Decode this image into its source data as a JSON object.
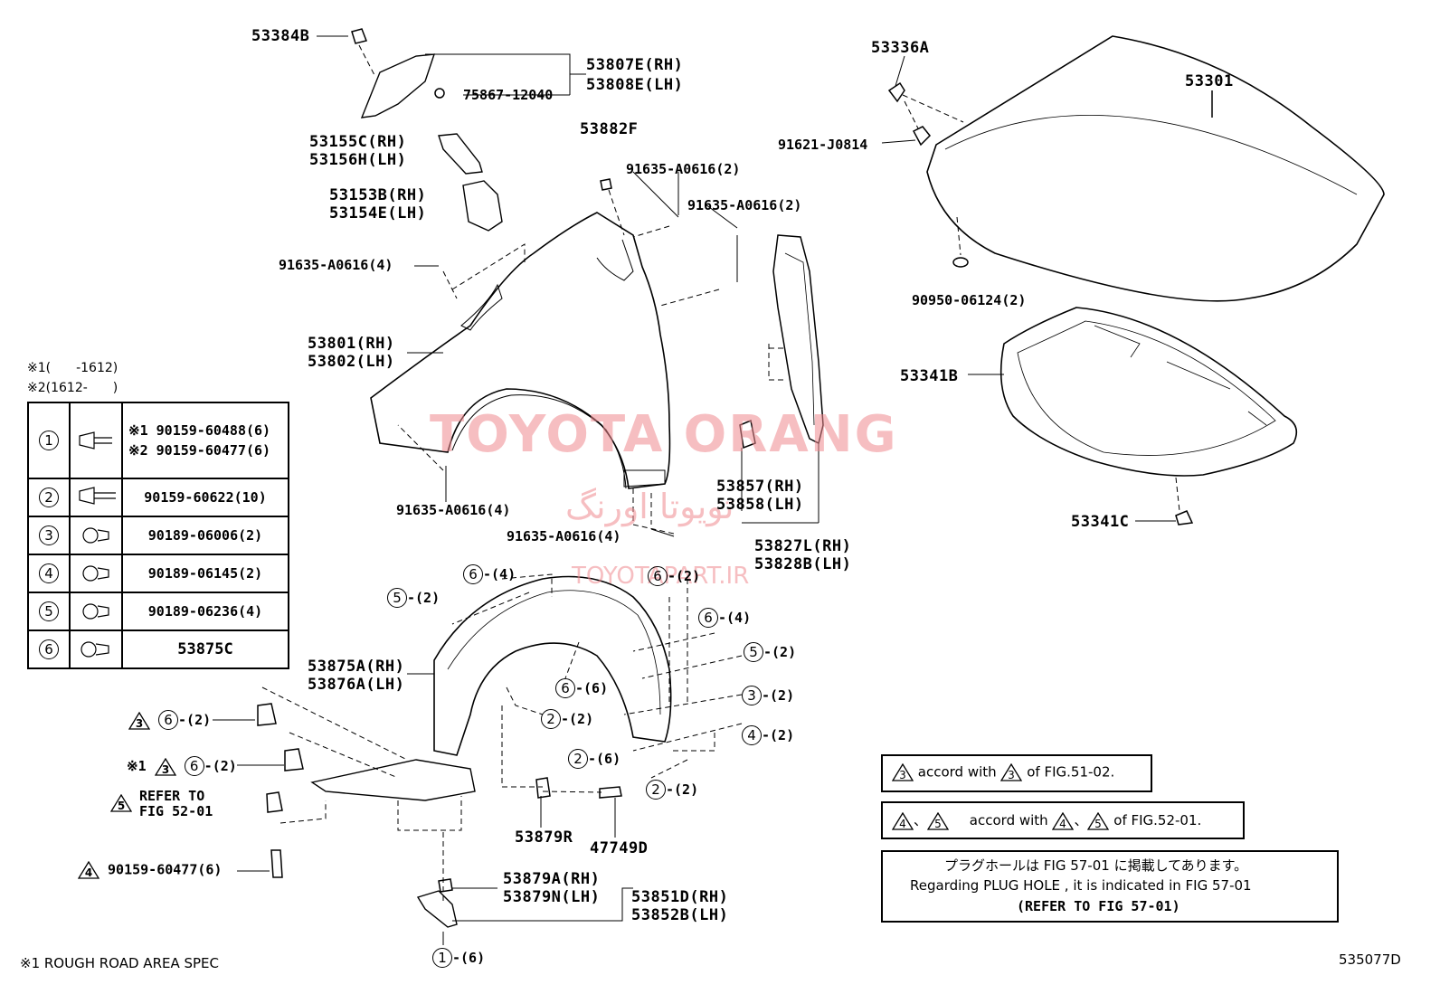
{
  "labels": {
    "p53384B": "53384B",
    "p53807E": "53807E(RH)",
    "p53808E": "53808E(LH)",
    "p75867": "75867-12040",
    "p53155C": "53155C(RH)",
    "p53156H": "53156H(LH)",
    "p53882F": "53882F",
    "p91635_2a": "91635-A0616(2)",
    "p91635_2b": "91635-A0616(2)",
    "p53153B": "53153B(RH)",
    "p53154E": "53154E(LH)",
    "p91635_4a": "91635-A0616(4)",
    "p53801": "53801(RH)",
    "p53802": "53802(LH)",
    "p91635_4b": "91635-A0616(4)",
    "p91635_4c": "91635-A0616(4)",
    "p53857": "53857(RH)",
    "p53858": "53858(LH)",
    "p53827L": "53827L(RH)",
    "p53828B": "53828B(LH)",
    "p53336A": "53336A",
    "p53301": "53301",
    "p91621": "91621-J0814",
    "p90950": "90950-06124(2)",
    "p53341B": "53341B",
    "p53341C": "53341C",
    "p53875A": "53875A(RH)",
    "p53876A": "53876A(LH)",
    "p53879R": "53879R",
    "p47749D": "47749D",
    "p53879A": "53879A(RH)",
    "p53879N": "53879N(LH)",
    "p53851D": "53851D(RH)",
    "p53852B": "53852B(LH)",
    "p90159_4": "90159-60477(6)",
    "refer1": "REFER TO",
    "refer2": "FIG 52-01",
    "refsym": "※1"
  },
  "callouts": {
    "c6_4a": {
      "n": "6",
      "q": "-(4)"
    },
    "c6_2a": {
      "n": "6",
      "q": "-(2)"
    },
    "c5_2a": {
      "n": "5",
      "q": "-(2)"
    },
    "c6_4b": {
      "n": "6",
      "q": "-(4)"
    },
    "c5_2b": {
      "n": "5",
      "q": "-(2)"
    },
    "c6_6": {
      "n": "6",
      "q": "-(6)"
    },
    "c3_2": {
      "n": "3",
      "q": "-(2)"
    },
    "c2_2a": {
      "n": "2",
      "q": "-(2)"
    },
    "c4_2": {
      "n": "4",
      "q": "-(2)"
    },
    "c2_6": {
      "n": "2",
      "q": "-(6)"
    },
    "c2_2b": {
      "n": "2",
      "q": "-(2)"
    },
    "c1_6": {
      "n": "1",
      "q": "-(6)"
    },
    "c6_2b": {
      "n": "6",
      "q": "-(2)"
    },
    "c6_2c": {
      "n": "6",
      "q": "-(2)"
    }
  },
  "notes": {
    "s1": "※1(　　-1612)",
    "s2": "※2(1612-　　)",
    "footer": "※1 ROUGH ROAD AREA SPEC",
    "fig": "535077D"
  },
  "legend": [
    {
      "num": "1",
      "line1": "※1 90159-60488(6)",
      "line2": "※2 90159-60477(6)"
    },
    {
      "num": "2",
      "line1": "90159-60622(10)"
    },
    {
      "num": "3",
      "line1": "90189-06006(2)"
    },
    {
      "num": "4",
      "line1": "90189-06145(2)"
    },
    {
      "num": "5",
      "line1": "90189-06236(4)"
    },
    {
      "num": "6",
      "line1": "53875C"
    }
  ],
  "boxes": {
    "b1_a": "accord with",
    "b1_b": "of FIG.51-02.",
    "b1_tri": "3",
    "b2_a": "accord with",
    "b2_b": "of FIG.52-01.",
    "b2_t1": "4",
    "b2_t2": "5",
    "b2_sep": "、",
    "b3_l1": "プラグホールは FIG 57-01 に掲載してあります。",
    "b3_l2": "Regarding  PLUG  HOLE , it is indicated in  FIG 57-01",
    "b3_l3": "(REFER TO FIG 57-01)"
  },
  "watermark": {
    "main": "TOYOTA ORANG",
    "fa": "تویوتا اورنگ",
    "url": "TOYOTAPART.IR"
  }
}
